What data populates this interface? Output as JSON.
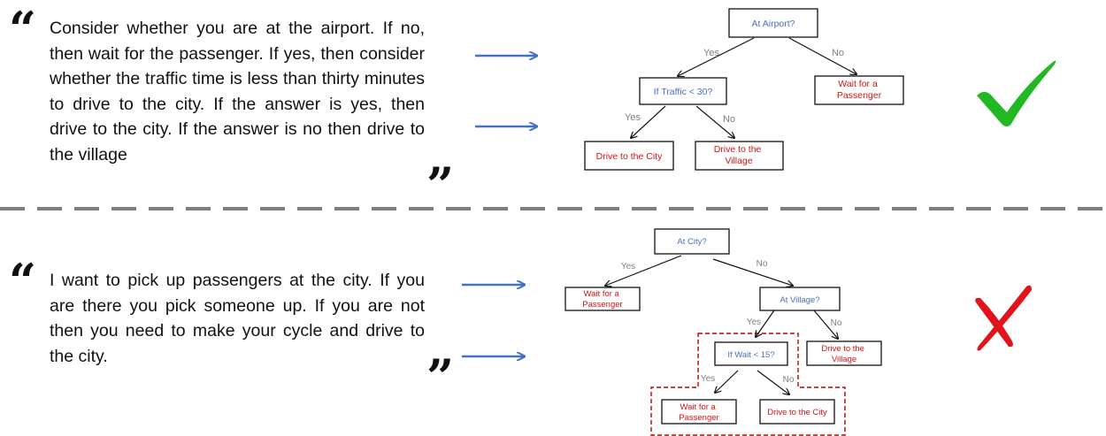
{
  "top_example": {
    "quote_open": "“",
    "quote_close": "”",
    "text": "Consider whether you are at the airport. If no, then wait for the passenger. If yes, then consider whether the traffic time is less than thirty minutes to drive to the city. If the answer is yes, then drive to the city. If the answer is no then drive to the village",
    "verdict_icon": "check-mark-icon",
    "tree": {
      "root": "At Airport?",
      "root_yes_label": "Yes",
      "root_no_label": "No",
      "traffic_node": "If Traffic < 30?",
      "wait_node": "Wait for a Passenger",
      "traffic_yes_label": "Yes",
      "traffic_no_label": "No",
      "city_node": "Drive to the City",
      "village_node": "Drive to the Village"
    }
  },
  "bottom_example": {
    "quote_open": "“",
    "quote_close": "”",
    "text": "I want to pick up passengers at the city. If you are there you pick someone up. If you are not then you need to make your cycle and drive to the city.",
    "verdict_icon": "cross-mark-icon",
    "tree": {
      "root": "At City?",
      "root_yes_label": "Yes",
      "root_no_label": "No",
      "wait_node": "Wait for a Passenger",
      "village_q_node": "At Village?",
      "village_yes_label": "Yes",
      "village_no_label": "No",
      "wait_q_node": "If Wait < 15?",
      "village_node": "Drive to the Village",
      "wait_yes_label": "Yes",
      "wait_no_label": "No",
      "wait_leaf_node": "Wait for a Passenger",
      "city_node": "Drive to the City"
    }
  },
  "colors": {
    "question_text": "#4a6fc2",
    "action_text": "#d41414",
    "edge_label": "#7f7f7f",
    "arrow": "#4472c4",
    "check": "#21b821",
    "cross": "#e0141a",
    "divider": "#7f7f7f",
    "highlight_dash": "#c00000"
  }
}
